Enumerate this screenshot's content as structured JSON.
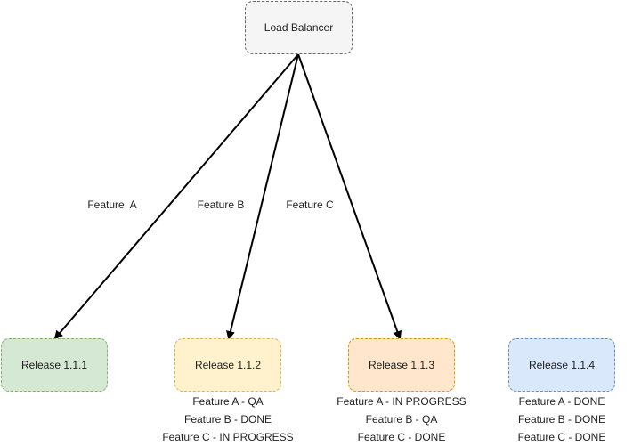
{
  "load_balancer": {
    "label": "Load Balancer",
    "fill": "#f5f5f5",
    "stroke": "#666666"
  },
  "edges": [
    {
      "label": "Feature  A"
    },
    {
      "label": "Feature B"
    },
    {
      "label": "Feature C"
    }
  ],
  "releases": [
    {
      "label": "Release 1.1.1",
      "fill": "#d5e8d4",
      "stroke": "#82b366",
      "features": []
    },
    {
      "label": "Release 1.1.2",
      "fill": "#fff2cc",
      "stroke": "#d6b656",
      "features": [
        "Feature A - QA",
        "Feature B - DONE",
        "Feature C - IN PROGRESS"
      ]
    },
    {
      "label": "Release 1.1.3",
      "fill": "#ffe6cc",
      "stroke": "#d79b00",
      "features": [
        "Feature A - IN PROGRESS",
        "Feature B - QA",
        "Feature C - DONE"
      ]
    },
    {
      "label": "Release 1.1.4",
      "fill": "#dae8fc",
      "stroke": "#6c8ebf",
      "features": [
        "Feature A - DONE",
        "Feature B - DONE",
        "Feature C - DONE"
      ]
    }
  ]
}
